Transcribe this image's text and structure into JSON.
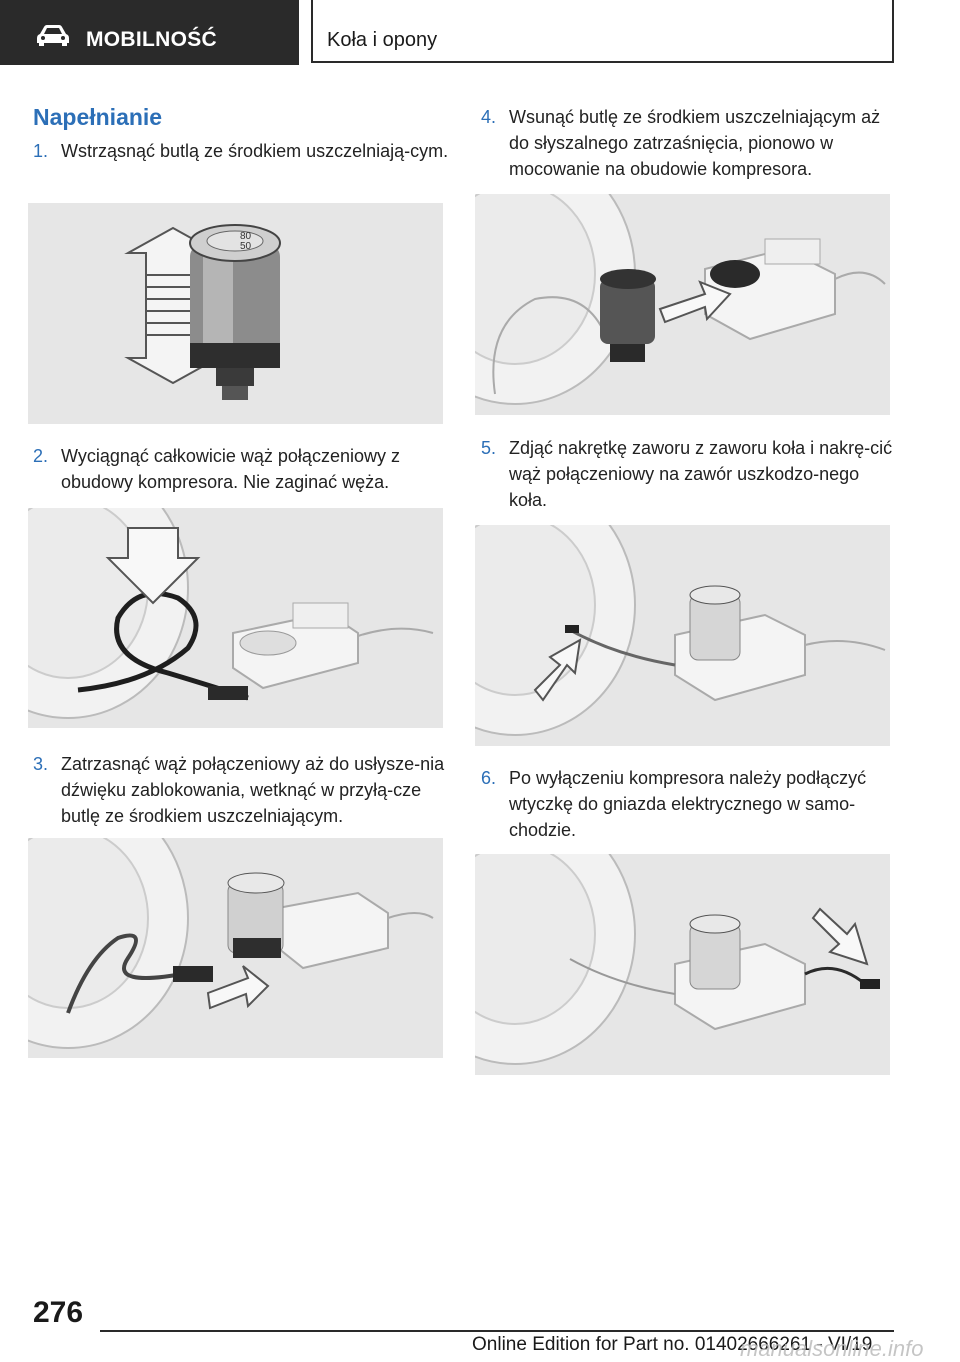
{
  "header": {
    "section": "MOBILNOŚĆ",
    "chapter": "Koła i opony",
    "icon": "car-icon"
  },
  "heading": "Napełnianie",
  "steps": [
    {
      "num": "1.",
      "text": "Wstrząsnąć butlą ze środkiem uszczelniają-cym."
    },
    {
      "num": "2.",
      "text": "Wyciągnąć całkowicie wąż połączeniowy z obudowy kompresora. Nie zaginać węża."
    },
    {
      "num": "3.",
      "text": "Zatrzasnąć wąż połączeniowy aż do usłysze-nia dźwięku zablokowania, wetknąć w przyłą-cze butlę ze środkiem uszczelniającym."
    },
    {
      "num": "4.",
      "text": "Wsunąć butlę ze środkiem uszczelniającym aż do słyszalnego zatrzaśnięcia, pionowo w mocowanie na obudowie kompresora."
    },
    {
      "num": "5.",
      "text": "Zdjąć nakrętkę zaworu z zaworu koła i nakrę-cić wąż połączeniowy na zawór uszkodzo-nego koła."
    },
    {
      "num": "6.",
      "text": "Po wyłączeniu kompresora należy podłączyć wtyczkę do gniazda elektrycznego w samo-chodzie."
    }
  ],
  "bottle_label": {
    "line1": "80",
    "line2": "50"
  },
  "page_number": "276",
  "footer": "Online Edition for Part no. 01402666261 - VI/19",
  "watermark": "manualsonline.info"
}
